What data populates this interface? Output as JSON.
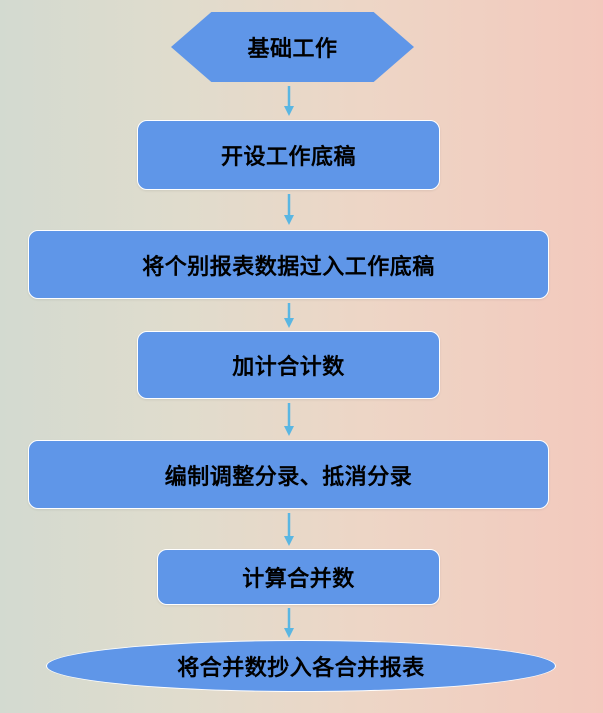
{
  "colors": {
    "node_fill": "#5f96e8",
    "node_border": "#ffffff",
    "arrow": "#5ab6e2",
    "text": "#000000"
  },
  "flowchart": {
    "steps": [
      {
        "label": "基础工作",
        "shape": "hexagon"
      },
      {
        "label": "开设工作底稿",
        "shape": "rounded-rectangle"
      },
      {
        "label": "将个别报表数据过入工作底稿",
        "shape": "rounded-rectangle"
      },
      {
        "label": "加计合计数",
        "shape": "rounded-rectangle"
      },
      {
        "label": "编制调整分录、抵消分录",
        "shape": "rounded-rectangle"
      },
      {
        "label": "计算合并数",
        "shape": "rounded-rectangle"
      },
      {
        "label": "将合并数抄入各合并报表",
        "shape": "ellipse"
      }
    ]
  }
}
